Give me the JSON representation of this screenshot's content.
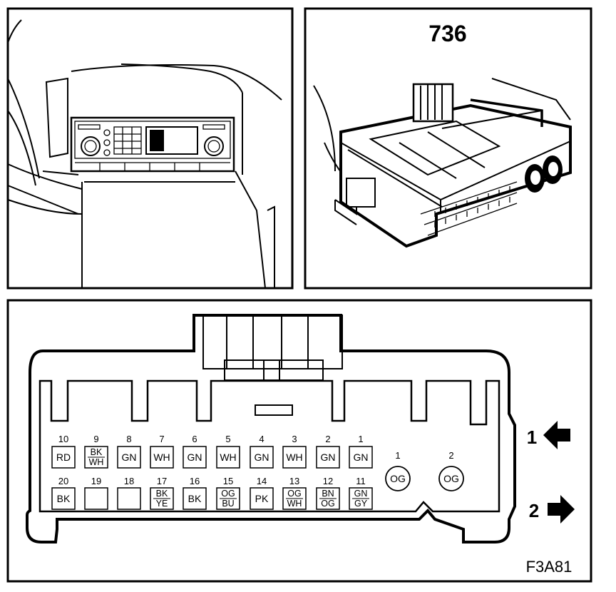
{
  "connector_id": "736",
  "figure_code": "F3A81",
  "row1": [
    {
      "num": "10",
      "lines": [
        "RD"
      ]
    },
    {
      "num": "9",
      "lines": [
        "BK",
        "WH"
      ]
    },
    {
      "num": "8",
      "lines": [
        "GN"
      ]
    },
    {
      "num": "7",
      "lines": [
        "WH"
      ]
    },
    {
      "num": "6",
      "lines": [
        "GN"
      ]
    },
    {
      "num": "5",
      "lines": [
        "WH"
      ]
    },
    {
      "num": "4",
      "lines": [
        "GN"
      ]
    },
    {
      "num": "3",
      "lines": [
        "WH"
      ]
    },
    {
      "num": "2",
      "lines": [
        "GN"
      ]
    },
    {
      "num": "1",
      "lines": [
        "GN"
      ]
    }
  ],
  "row2": [
    {
      "num": "20",
      "lines": [
        "BK"
      ]
    },
    {
      "num": "19",
      "lines": []
    },
    {
      "num": "18",
      "lines": []
    },
    {
      "num": "17",
      "lines": [
        "BK",
        "YE"
      ]
    },
    {
      "num": "16",
      "lines": [
        "BK"
      ]
    },
    {
      "num": "15",
      "lines": [
        "OG",
        "BU"
      ]
    },
    {
      "num": "14",
      "lines": [
        "PK"
      ]
    },
    {
      "num": "13",
      "lines": [
        "OG",
        "WH"
      ]
    },
    {
      "num": "12",
      "lines": [
        "BN",
        "OG"
      ]
    },
    {
      "num": "11",
      "lines": [
        "GN",
        "GY"
      ]
    }
  ],
  "round_pins": [
    {
      "num": "1",
      "label": "OG"
    },
    {
      "num": "2",
      "label": "OG"
    }
  ],
  "arrows": [
    {
      "label": "1",
      "direction": "left"
    },
    {
      "label": "2",
      "direction": "right"
    }
  ]
}
